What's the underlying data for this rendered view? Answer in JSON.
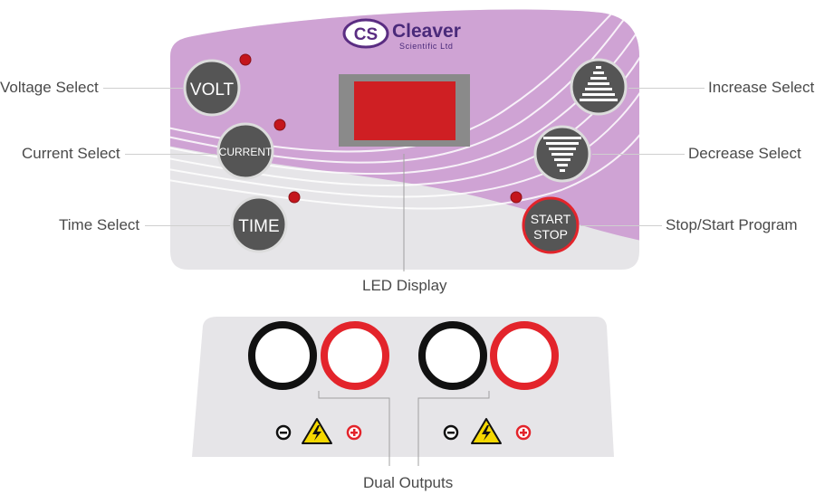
{
  "brand": {
    "logo_monogram": "CS",
    "name": "Cleaver",
    "subtitle": "Scientific Ltd"
  },
  "buttons": {
    "volt": "VOLT",
    "current": "CURRENT",
    "time": "TIME",
    "start": "START",
    "stop": "STOP"
  },
  "callouts": {
    "voltage_select": "Voltage Select",
    "current_select": "Current Select",
    "time_select": "Time Select",
    "increase_select": "Increase Select",
    "decrease_select": "Decrease Select",
    "stop_start_program": "Stop/Start Program",
    "led_display": "LED Display",
    "dual_outputs": "Dual Outputs"
  },
  "icons": {
    "minus": "minus-icon",
    "warning": "high-voltage-warning-icon",
    "plus": "plus-icon"
  },
  "colors": {
    "panel_purple": "#cfa3d4",
    "panel_grey": "#e6e5e8",
    "button_grey": "#555555",
    "indicator_red": "#c4151c",
    "display_red": "#cf1f23",
    "display_frame": "#8a8a8a",
    "socket_red": "#e3242b",
    "socket_black": "#111111",
    "brand_purple": "#5a2d82",
    "warning_yellow": "#f5d800"
  }
}
